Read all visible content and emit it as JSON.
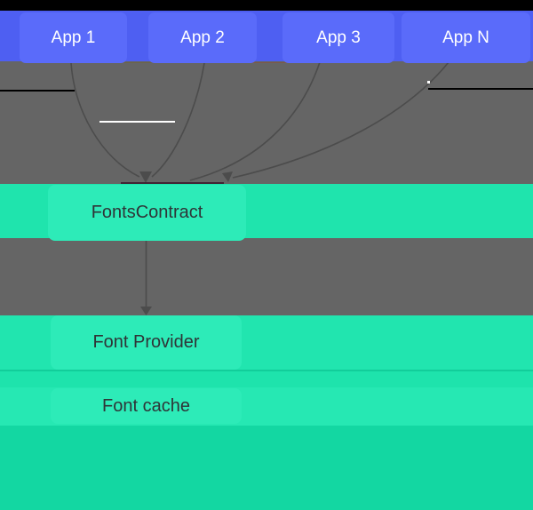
{
  "diagram": {
    "apps": [
      {
        "label": "App 1"
      },
      {
        "label": "App 2"
      },
      {
        "label": "App 3"
      },
      {
        "label": "App N"
      }
    ],
    "contract": {
      "label": "FontsContract"
    },
    "provider": {
      "label": "Font Provider"
    },
    "cache": {
      "label": "Font cache"
    }
  },
  "colors": {
    "top_strip": "#000000",
    "app_bar": "#4e5ff2",
    "app_box": "#5a6bfa",
    "background_gray": "#656565",
    "teal_bar": "#1fe4ad",
    "teal_box": "#2debb8",
    "teal_divider": "#12cd9a",
    "bottom_band": "#13d7a2",
    "arrow_stroke": "#4c4c4c",
    "label_dark": "#2f3437",
    "label_light": "#ffffff"
  }
}
